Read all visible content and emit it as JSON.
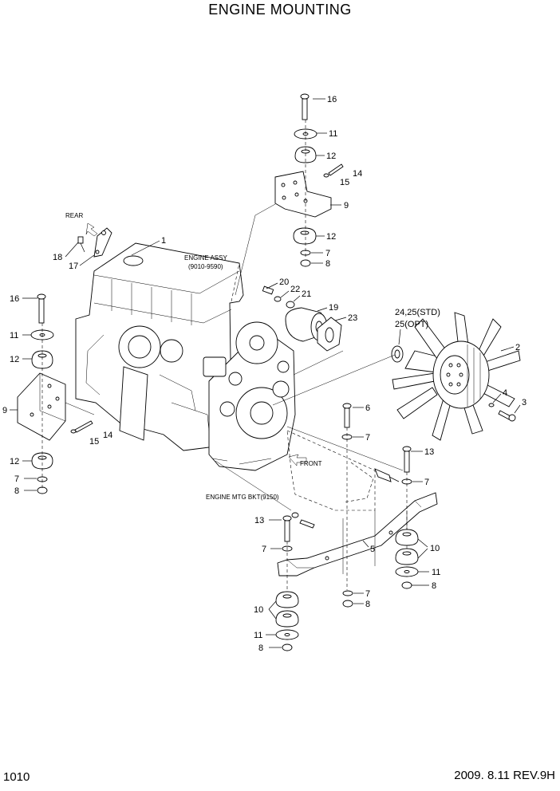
{
  "title": "ENGINE MOUNTING",
  "page_number": "1010",
  "revision": "2009. 8.11 REV.9H",
  "annotations": {
    "rear": "REAR",
    "front": "FRONT",
    "engine_assy": "ENGINE ASSY",
    "engine_assy_range": "(9010-9590)",
    "engine_mtg_bkt": "ENGINE MTG BKT(9150)",
    "fan_std": "24,25(STD)",
    "fan_opt": "25(OPT)"
  },
  "callouts": {
    "c1": "1",
    "c2": "2",
    "c3": "3",
    "c4": "4",
    "c5": "5",
    "c6": "6",
    "c7a": "7",
    "c7b": "7",
    "c7c": "7",
    "c7d": "7",
    "c7e": "7",
    "c7f": "7",
    "c8a": "8",
    "c8b": "8",
    "c8c": "8",
    "c8d": "8",
    "c8e": "8",
    "c9a": "9",
    "c9b": "9",
    "c10a": "10",
    "c10b": "10",
    "c11a": "11",
    "c11b": "11",
    "c11c": "11",
    "c11d": "11",
    "c12a": "12",
    "c12b": "12",
    "c12c": "12",
    "c12d": "12",
    "c13a": "13",
    "c13b": "13",
    "c14a": "14",
    "c14b": "14",
    "c15a": "15",
    "c15b": "15",
    "c16a": "16",
    "c16b": "16",
    "c17": "17",
    "c18": "18",
    "c19": "19",
    "c20": "20",
    "c21": "21",
    "c22": "22",
    "c23": "23"
  }
}
